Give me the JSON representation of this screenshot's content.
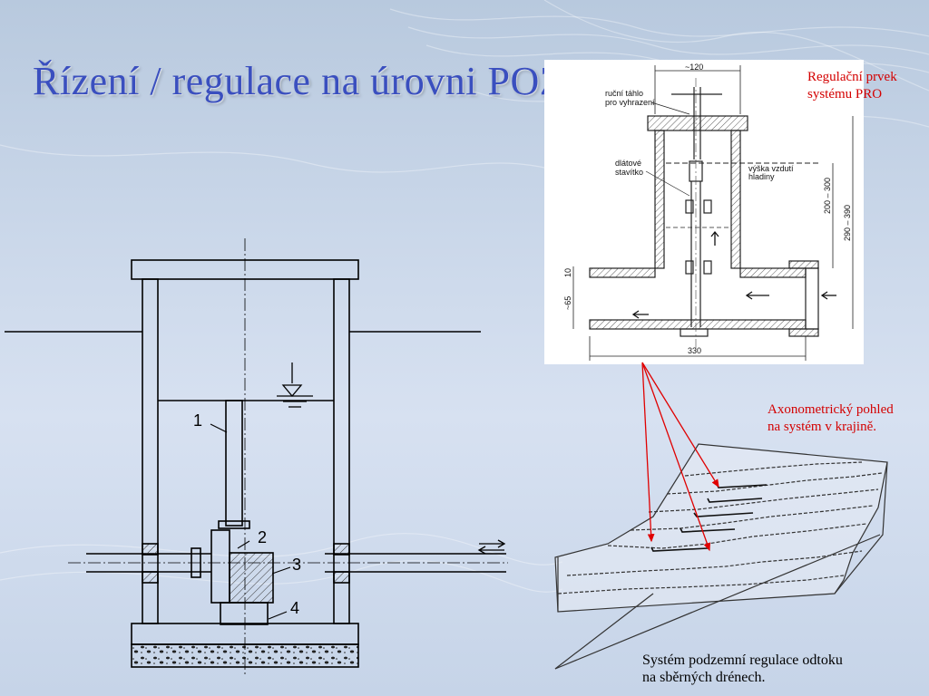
{
  "slide": {
    "title": "Řízení / regulace na úrovni POZ"
  },
  "captions": {
    "regulation_element": [
      "Regulační prvek",
      "systému PRO"
    ],
    "axonometric_view": [
      "Axonometrický pohled",
      "na systém v krajině."
    ],
    "system_description": [
      "Systém podzemní regulace odtoku",
      "na sběrných drénech."
    ]
  },
  "diagram_left": {
    "part_labels": [
      "1",
      "2",
      "3",
      "4"
    ]
  },
  "diagram_right_top": {
    "labels": {
      "handle": [
        "ruční táhlo",
        "pro vyhrazení"
      ],
      "gate": [
        "dlátové",
        "stavítko"
      ],
      "water_level": [
        "výška vzdutí",
        "hladiny"
      ]
    },
    "dimensions": {
      "top_width": "~120",
      "bottom_width": "330",
      "height_inner": "200 – 300",
      "height_total": "290 – 390",
      "pipe_offset": "10",
      "pipe_depth": "~65"
    }
  },
  "colors": {
    "title": "#3a4fbf",
    "annotation": "#d40000",
    "background": "#cbd8ea"
  }
}
